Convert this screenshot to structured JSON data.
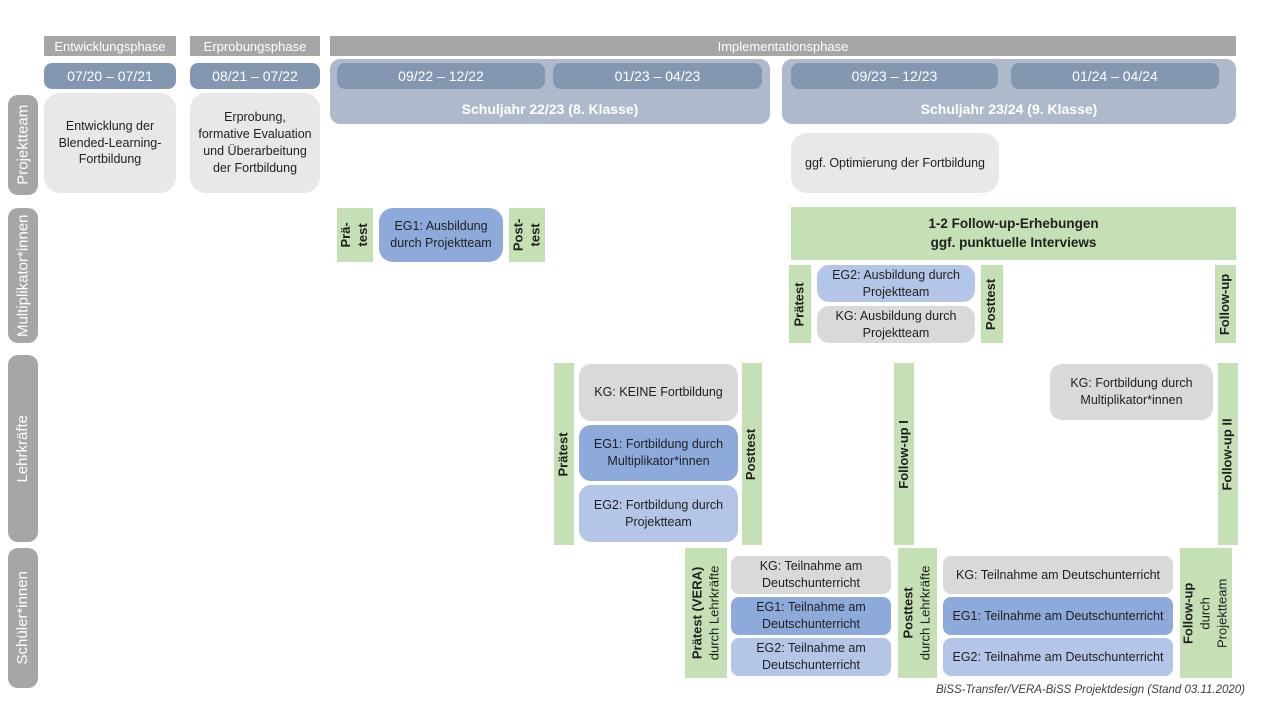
{
  "caption": "BiSS-Transfer/VERA-BiSS Projektdesign (Stand 03.11.2020)",
  "colors": {
    "phase_gray": "#a6a6a6",
    "row_label_gray": "#a6a6a6",
    "date_blue": "#8497b0",
    "band_blue": "#aeb9cb",
    "box_light_gray": "#e9e8e8",
    "kg_gray": "#d9d9d9",
    "eg1_blue": "#8eaadb",
    "eg2_blue": "#b4c6e7",
    "green": "#c5e0b4"
  },
  "phases": {
    "entwicklung": "Entwicklungsphase",
    "erprobung": "Erprobungsphase",
    "implementation": "Implementationsphase"
  },
  "date_ranges": {
    "d1": "07/20 – 07/21",
    "d2": "08/21 – 07/22",
    "d3": "09/22 – 12/22",
    "d4": "01/23 – 04/23",
    "d5": "09/23 – 12/23",
    "d6": "01/24 – 04/24"
  },
  "school_years": {
    "sy1": "Schuljahr 22/23 (8. Klasse)",
    "sy2": "Schuljahr 23/24 (9. Klasse)"
  },
  "row_labels": {
    "projektteam": "Projektteam",
    "multiplikatoren": "Multiplikator*innen",
    "lehrkraefte": "Lehrkräfte",
    "schueler": "Schüler*innen"
  },
  "projektteam": {
    "entwicklung_box": "Entwicklung der Blended-Learning-Fortbildung",
    "erprobung_box": "Erprobung, formative Evaluation und Überarbeitung der Fortbildung",
    "optimierung_box": "ggf. Optimierung der Fortbildung"
  },
  "multiplikatoren": {
    "praetest": {
      "line1": "Prä-",
      "line2": "test"
    },
    "eg1": "EG1: Ausbildung durch Projektteam",
    "posttest": {
      "line1": "Post-",
      "line2": "test"
    },
    "followup_box": {
      "line1": "1-2 Follow-up-Erhebungen",
      "line2": "ggf. punktuelle Interviews"
    },
    "praetest2": "Prätest",
    "eg2": "EG2: Ausbildung durch Projektteam",
    "kg": "KG: Ausbildung durch Projektteam",
    "posttest2": "Posttest",
    "followup": "Follow-up"
  },
  "lehrkraefte": {
    "praetest": "Prätest",
    "kg": "KG: KEINE Fortbildung",
    "eg1": "EG1: Fortbildung durch Multiplikator*innen",
    "eg2": "EG2: Fortbildung durch Projektteam",
    "posttest": "Posttest",
    "followup1": "Follow-up I",
    "kg2": "KG: Fortbildung durch Multiplikator*innen",
    "followup2": "Follow-up II"
  },
  "schueler": {
    "praetest": {
      "line1": "Prätest (VERA)",
      "line2": "durch Lehrkräfte"
    },
    "kg1": "KG: Teilnahme am Deutschunterricht",
    "eg1a": "EG1: Teilnahme am Deutschunterricht",
    "eg2a": "EG2: Teilnahme am Deutschunterricht",
    "posttest": {
      "line1": "Posttest",
      "line2": "durch Lehrkräfte"
    },
    "kg2": "KG: Teilnahme am Deutschunterricht",
    "eg1b": "EG1: Teilnahme am Deutschunterricht",
    "eg2b": "EG2: Teilnahme am Deutschunterricht",
    "followup": {
      "line1": "Follow-up",
      "line2": "durch",
      "line3": "Projektteam"
    }
  }
}
